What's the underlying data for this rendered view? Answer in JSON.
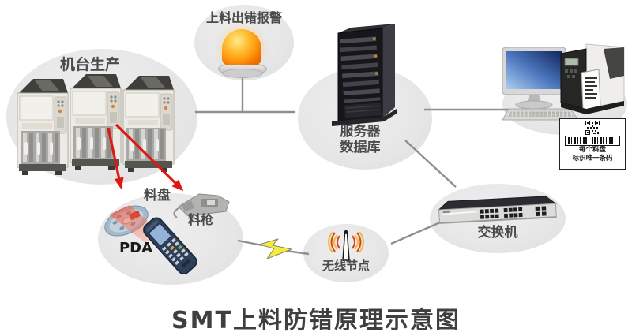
{
  "title": {
    "text": "SMT上料防错原理示意图"
  },
  "nodes": {
    "alarm": {
      "label": "上料出错报警",
      "icon": "alarm-beacon-icon"
    },
    "machines": {
      "label": "机台生产",
      "icon": "smt-machine-icon"
    },
    "server": {
      "label_line1": "服务器",
      "label_line2": "数据库",
      "icon": "server-tower-icon"
    },
    "workstation": {
      "icons": [
        "desktop-monitor-icon",
        "keyboard-icon",
        "label-printer-icon"
      ],
      "barcode_card": {
        "line1": "每个料盘",
        "line2": "标识唯一条码",
        "icons": [
          "qr-code-icon",
          "barcode-icon"
        ]
      }
    },
    "pda": {
      "tray_label": "料盘",
      "gun_label": "料枪",
      "device_label": "PDA",
      "icons": [
        "component-reel-icon",
        "feeder-gun-icon",
        "pda-handheld-icon",
        "scan-beam"
      ]
    },
    "wireless": {
      "label": "无线节点",
      "icon": "antenna-icon"
    },
    "switch": {
      "label": "交换机",
      "icon": "network-switch-icon"
    }
  },
  "connections": {
    "wireless_link_icon": "lightning-bolt-icon",
    "machine_to_pda_arrows": 2
  },
  "colors": {
    "background": "#ffffff",
    "bubble_fill": "#e7e7e7",
    "connector_line": "#8f8f8f",
    "arrow_red": "#dc1810",
    "lightning_yellow": "#f3ec3c",
    "alarm_orange": "#ff9b10",
    "label_text": "#4a4a4a",
    "title_text": "#3f3f3f"
  }
}
